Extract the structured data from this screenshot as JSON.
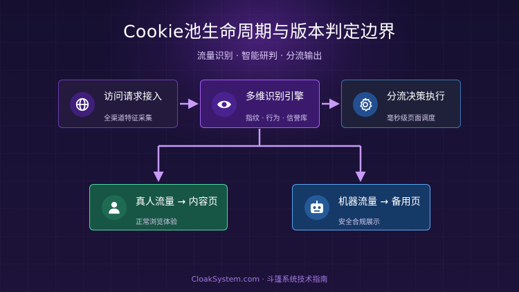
{
  "title": "Cookie池生命周期与版本判定边界",
  "subtitle": "流量识别 · 智能研判 · 分流输出",
  "nodes": {
    "access": {
      "title": "访问请求接入",
      "subtitle": "全渠道特征采集",
      "icon": "globe-icon"
    },
    "engine": {
      "title": "多维识别引擎",
      "subtitle": "指纹 · 行为 · 信誉库",
      "icon": "eye-icon"
    },
    "decide": {
      "title": "分流决策执行",
      "subtitle": "毫秒级页面调度",
      "icon": "gear-icon"
    },
    "human": {
      "title": "真人流量 → 内容页",
      "subtitle": "正常浏览体验",
      "icon": "user-icon"
    },
    "bot": {
      "title": "机器流量 → 备用页",
      "subtitle": "安全合规展示",
      "icon": "robot-icon"
    }
  },
  "footer": "CloakSystem.com · 斗篷系统技术指南",
  "colors": {
    "arrow": "#c79bf7",
    "engine_border": "#a35cf2",
    "human_border": "#4fd3a1",
    "bot_border": "#5aa5ee"
  }
}
